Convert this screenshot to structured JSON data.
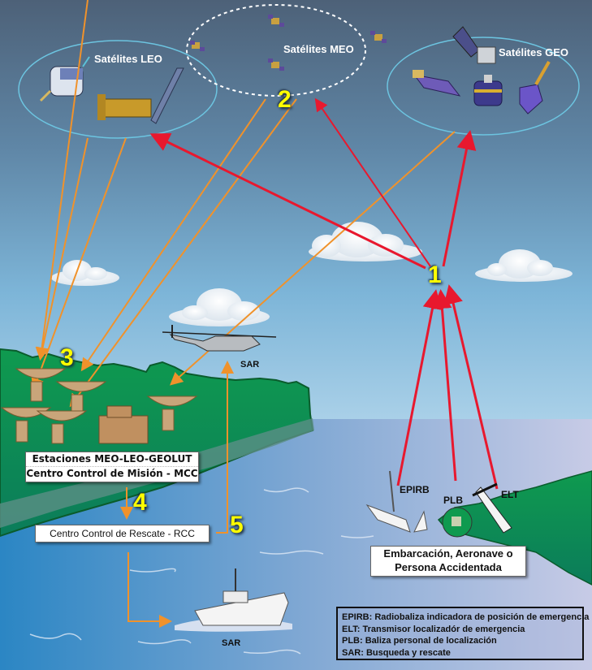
{
  "title": "Sistema Cospas-Sarsat",
  "satellites": {
    "leo_label": "Satélites LEO",
    "meo_label": "Satélites MEO",
    "geo_label": "Satélites GEO"
  },
  "steps": [
    "1",
    "2",
    "3",
    "4",
    "5"
  ],
  "ground": {
    "stations_line1": "Estaciones MEO-LEO-GEOLUT",
    "stations_line2": "Centro Control de Misión - MCC",
    "rcc_label": "Centro Control de Rescate - RCC"
  },
  "sar": {
    "helicopter_label": "SAR",
    "ship_label": "SAR"
  },
  "distress": {
    "epirb_label": "EPIRB",
    "plb_label": "PLB",
    "elt_label": "ELT",
    "caption_line1": "Embarcación, Aeronave o",
    "caption_line2": "Persona Accidentada"
  },
  "legend": [
    "EPIRB: Radiobaliza indicadora de posición de emergencia",
    "ELT: Transmisor localizadór de emergencia",
    "PLB: Baliza personal de localización",
    "SAR: Busqueda y rescate"
  ],
  "colors": {
    "uplink": "#e8182e",
    "downlink": "#f0922b",
    "step_number": "#ffff00",
    "land": "#0f9a4f",
    "orbit_ring": "#6cc4e0"
  }
}
